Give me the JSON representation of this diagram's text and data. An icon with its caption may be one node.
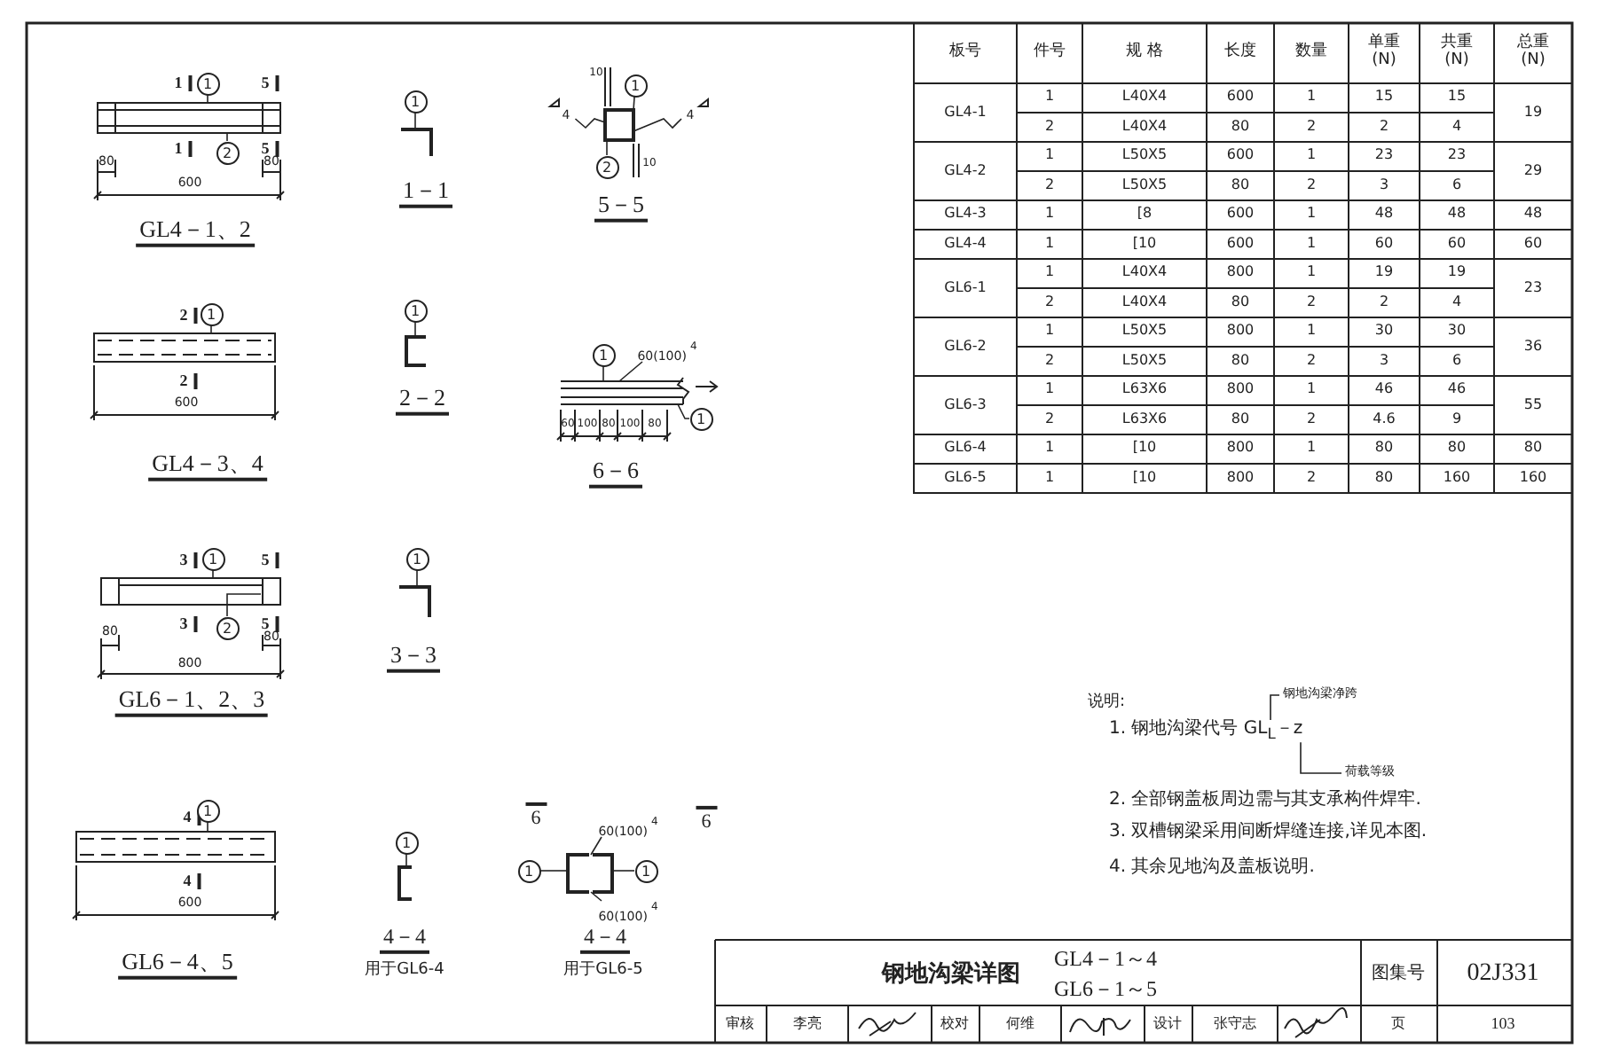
{
  "diagram": {
    "nodes": [
      {
        "text": [
          "1"
        ]
      },
      {
        "text": [
          "2"
        ]
      },
      {
        "text": [
          "1"
        ]
      },
      {
        "text": [
          "4"
        ]
      },
      {
        "text": [
          "1"
        ]
      },
      {
        "text": [
          "4"
        ]
      },
      {
        "text": [
          "2"
        ]
      },
      {
        "text": [
          "1"
        ]
      },
      {
        "text": [
          "1"
        ]
      },
      {
        "text": [
          "1"
        ]
      },
      {
        "text": [
          "60(100)"
        ],
        "beside": [
          "4"
        ]
      },
      {
        "text": [
          "1"
        ]
      },
      {
        "text": [
          "1"
        ]
      },
      {
        "text": [
          "2"
        ]
      },
      {
        "text": [
          "1"
        ]
      },
      {
        "text": [
          "1"
        ]
      },
      {
        "text": [
          "1"
        ]
      },
      {
        "text": [
          "60(100)"
        ],
        "beside": [
          "4"
        ]
      },
      {
        "text": [
          "1"
        ]
      },
      {
        "text": [
          "1"
        ]
      },
      {
        "text": [
          "60(100)"
        ],
        "beside": [
          "4"
        ]
      },
      {
        "text": [
          "钢地沟梁净跨"
        ]
      },
      {
        "text": [
          "荷载等级"
        ]
      },
      {
        "text": [],
        "shape": "picture"
      },
      {
        "text": [],
        "shape": "picture"
      },
      {
        "text": [],
        "shape": "picture"
      },
      {
        "text": [],
        "shape": "picture"
      },
      {
        "text": [],
        "shape": "picture"
      },
      {
        "text": [],
        "shape": "picture"
      },
      {
        "text": [],
        "shape": "picture"
      },
      {
        "text": [],
        "shape": "picture"
      },
      {
        "text": [],
        "shape": "picture"
      },
      {
        "text": [],
        "shape": "picture"
      },
      {
        "text": [],
        "shape": "picture"
      },
      {
        "text": [
          "1. 钢地沟梁代号 GL$_{L}$－z"
        ]
      }
    ],
    "edges": [
      {
        "from": 0,
        "to": 23,
        "arrow": "none"
      },
      {
        "from": 1,
        "to": 23,
        "arrow": "none"
      },
      {
        "from": 2,
        "to": 24,
        "arrow": "none"
      },
      {
        "from": 3,
        "to": 25,
        "arrow": "none"
      },
      {
        "from": 4,
        "to": 25,
        "arrow": "none"
      },
      {
        "from": 5,
        "to": 25,
        "arrow": "none"
      },
      {
        "from": 6,
        "to": 25,
        "arrow": "none"
      },
      {
        "from": 7,
        "to": 26,
        "arrow": "none"
      },
      {
        "from": 8,
        "to": 27,
        "arrow": "none"
      },
      {
        "from": 9,
        "to": 28,
        "arrow": "none"
      },
      {
        "from": 10,
        "to": 28,
        "arrow": "none"
      },
      {
        "from": 11,
        "to": 28,
        "arrow": "none"
      },
      {
        "from": 12,
        "to": 29,
        "arrow": "none"
      },
      {
        "from": 13,
        "to": 29,
        "arrow": "none"
      },
      {
        "from": 14,
        "to": 30,
        "arrow": "none"
      },
      {
        "from": 15,
        "to": 31,
        "arrow": "none"
      },
      {
        "from": 16,
        "to": 32,
        "arrow": "none"
      },
      {
        "from": 17,
        "to": 33,
        "arrow": "none"
      },
      {
        "from": 18,
        "to": 33,
        "arrow": "none"
      },
      {
        "from": 19,
        "to": 33,
        "arrow": "none"
      },
      {
        "from": 20,
        "to": 33,
        "arrow": "none"
      },
      {
        "from": 21,
        "to": 34,
        "arrow": "none"
      },
      {
        "from": 22,
        "to": 34,
        "arrow": "none"
      }
    ],
    "labels": [
      "1",
      "5",
      "1",
      "5",
      "80",
      "80",
      "600",
      "GL4－1、2",
      "1－1",
      "10",
      "10",
      "5－5",
      "2",
      "2",
      "600",
      "GL4－3、4",
      "2－2",
      "60",
      "100",
      "80",
      "100",
      "80",
      "6－6",
      "3",
      "5",
      "3",
      "5",
      "80",
      "80",
      "800",
      "GL6－1、2、3",
      "3－3",
      "4",
      "6",
      "6",
      "4",
      "600",
      "GL6－4、5",
      "4－4",
      "用于GL6-4",
      "4－4",
      "用于GL6-5",
      "板号",
      "件号",
      "规 格",
      "长度",
      "数量",
      "单重 (N)",
      "共重 (N)",
      "总重 (N)",
      "GL4-1",
      "1",
      "L40X4",
      "600",
      "1",
      "15",
      "15",
      "19",
      "2",
      "L40X4",
      "80",
      "2",
      "2",
      "4",
      "GL4-2",
      "1",
      "L50X5",
      "600",
      "1",
      "23",
      "23",
      "29",
      "2",
      "L50X5",
      "80",
      "2",
      "3",
      "6",
      "GL4-3",
      "1",
      "[8",
      "600",
      "1",
      "48",
      "48",
      "48",
      "GL4-4",
      "1",
      "[10",
      "600",
      "1",
      "60",
      "60",
      "60",
      "GL6-1",
      "1",
      "L40X4",
      "800",
      "1",
      "19",
      "19",
      "23",
      "2",
      "L40X4",
      "80",
      "2",
      "2",
      "4",
      "GL6-2",
      "1",
      "L50X5",
      "800",
      "1",
      "30",
      "30",
      "36",
      "2",
      "L50X5",
      "80",
      "2",
      "3",
      "6",
      "GL6-3",
      "1",
      "L63X6",
      "800",
      "1",
      "46",
      "46",
      "55",
      "2",
      "L63X6",
      "80",
      "2",
      "4.6",
      "9",
      "GL6-4",
      "1",
      "[10",
      "800",
      "1",
      "80",
      "80",
      "80",
      "GL6-5",
      "1",
      "[10",
      "800",
      "2",
      "80",
      "160",
      "160",
      "说明:",
      "2. 全部钢盖板周边需与其支承构件焊牢.",
      "3. 双槽钢梁采用间断焊缝连接,详见本图.",
      "4. 其余见地沟及盖板说明.",
      "钢地沟梁详图",
      "GL4－1～4",
      "GL6－1～5",
      "图集号",
      "02J331",
      "审核",
      "李亮",
      "校对",
      "何维",
      "设计",
      "张守志",
      "页",
      "103"
    ]
  }
}
